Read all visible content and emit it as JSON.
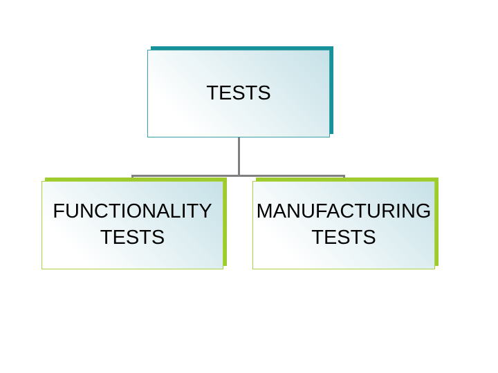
{
  "chart": {
    "type": "org-chart",
    "root": {
      "label": "TESTS"
    },
    "children": [
      {
        "label": "FUNCTIONALITY\nTESTS"
      },
      {
        "label": "MANUFACTURING\nTESTS"
      }
    ]
  },
  "colors": {
    "teal-shadow": "#17919a",
    "teal-border": "#3aa0a8",
    "green-shadow": "#9ecb2d",
    "green-border": "#abd243",
    "connector-gray": "#808080",
    "fill-gradient-start": "#ffffff",
    "fill-gradient-end": "#c6e1e7",
    "text": "#000000",
    "slide-bg": "#ffffff"
  }
}
